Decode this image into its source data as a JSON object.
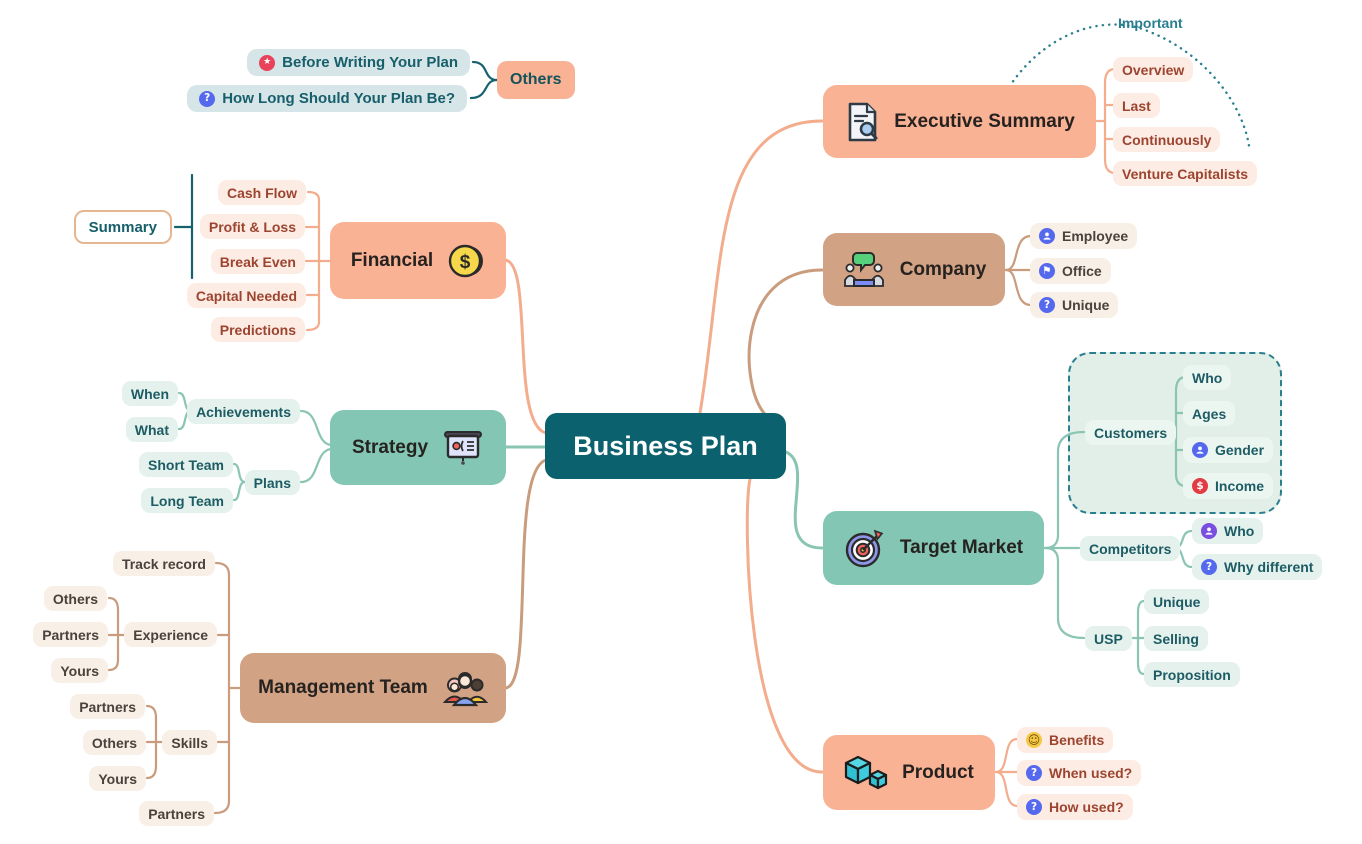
{
  "center": {
    "label": "Business Plan"
  },
  "others_group": {
    "label": "Others",
    "items": [
      {
        "label": "Before Writing Your Plan",
        "icon": "red-star-badge"
      },
      {
        "label": "How Long Should Your Plan Be?",
        "icon": "blue-question-badge"
      }
    ]
  },
  "financial": {
    "label": "Financial",
    "icon": "dollar-coin",
    "summary": "Summary",
    "children": [
      "Cash Flow",
      "Profit & Loss",
      "Break Even",
      "Capital Needed",
      "Predictions"
    ]
  },
  "strategy": {
    "label": "Strategy",
    "icon": "presentation-board",
    "achievements": {
      "label": "Achievements",
      "children": [
        "When",
        "What"
      ]
    },
    "plans": {
      "label": "Plans",
      "children": [
        "Short Team",
        "Long Team"
      ]
    }
  },
  "management": {
    "label": "Management Team",
    "icon": "people-team",
    "track_record": "Track record",
    "experience": {
      "label": "Experience",
      "children": [
        "Others",
        "Partners",
        "Yours"
      ]
    },
    "skills": {
      "label": "Skills",
      "children": [
        "Partners",
        "Others",
        "Yours"
      ]
    },
    "partners": "Partners"
  },
  "executive": {
    "label": "Executive Summary",
    "icon": "document-search",
    "callout": "Important",
    "children": [
      "Overview",
      "Last",
      "Continuously",
      "Venture Capitalists"
    ]
  },
  "company": {
    "label": "Company",
    "icon": "meeting-people",
    "children": [
      {
        "label": "Employee",
        "icon": "blue-person-badge"
      },
      {
        "label": "Office",
        "icon": "blue-flag-badge"
      },
      {
        "label": "Unique",
        "icon": "blue-question-badge"
      }
    ]
  },
  "target_market": {
    "label": "Target Market",
    "icon": "dartboard",
    "customers": {
      "label": "Customers",
      "children": [
        {
          "label": "Who",
          "icon": ""
        },
        {
          "label": "Ages",
          "icon": ""
        },
        {
          "label": "Gender",
          "icon": "blue-person-badge"
        },
        {
          "label": "Income",
          "icon": "red-dollar-badge"
        }
      ]
    },
    "competitors": {
      "label": "Competitors",
      "children": [
        {
          "label": "Who",
          "icon": "purple-person-badge"
        },
        {
          "label": "Why different",
          "icon": "blue-question-badge"
        }
      ]
    },
    "usp": {
      "label": "USP",
      "children": [
        "Unique",
        "Selling",
        "Proposition"
      ]
    }
  },
  "product": {
    "label": "Product",
    "icon": "cubes",
    "children": [
      {
        "label": "Benefits",
        "icon": "yellow-smiley-badge"
      },
      {
        "label": "When used?",
        "icon": "blue-question-badge"
      },
      {
        "label": "How used?",
        "icon": "blue-question-badge"
      }
    ]
  },
  "colors": {
    "center_bg": "#0C616E",
    "salmon": "#F9B294",
    "teal": "#83C6B4",
    "tan": "#D2A284",
    "peach_chip": "#FDECE3",
    "mint_chip": "#E4F1EC",
    "cream_chip": "#F8EFE6",
    "tealgray_chip": "#D6E5E7",
    "rust_text": "#9C4430",
    "teal_text": "#1D5C64",
    "brown_text": "#4A423B",
    "dark_teal": "#15616D",
    "dotted_arrow": "#2A7F8E"
  }
}
